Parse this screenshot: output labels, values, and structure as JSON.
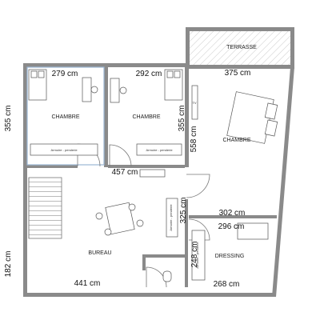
{
  "rooms": {
    "chambre_1": "CHAMBRE",
    "chambre_2": "CHAMBRE",
    "chambre_3": "CHAMBRE",
    "bureau": "BUREAU",
    "dressing": "DRESSING",
    "terrasse": "TERRASSE"
  },
  "dimensions": {
    "ch1_width": "279 cm",
    "ch1_depth": "355 cm",
    "ch2_width": "292 cm",
    "ch2_depth": "355 cm",
    "ch3_width": "375 cm",
    "ch3_depth": "558 cm",
    "corridor_width": "457 cm",
    "bureau_depth": "325 cm",
    "bureau_width": "441 cm",
    "bureau_small": "182 cm",
    "dressing_top": "302 cm",
    "dressing_width": "296 cm",
    "dressing_depth": "248 cm",
    "dressing_bottom": "268 cm"
  },
  "furniture": {
    "wardrobe_1": "Armoire - penderie",
    "wardrobe_2": "Armoire - penderie",
    "wardrobe_bureau": "Armoire - penderie",
    "wardrobe_dressing": "Armoire - penderie",
    "tv_label": "TV"
  }
}
